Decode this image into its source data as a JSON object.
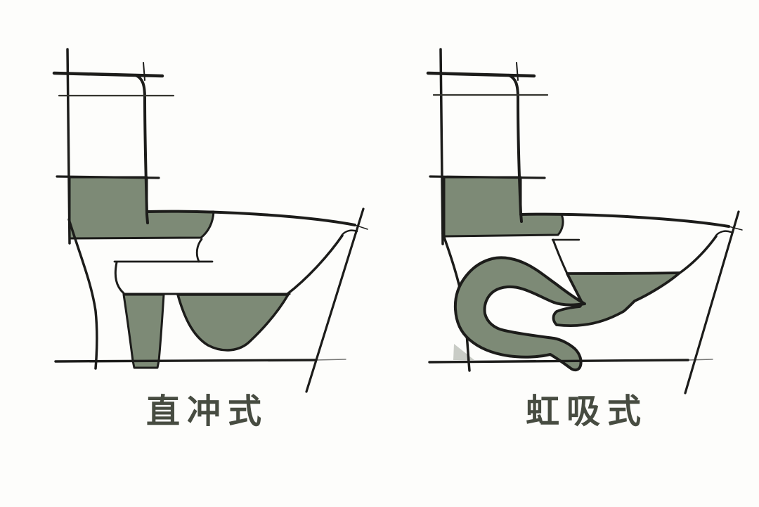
{
  "page": {
    "background": "#fdfdfb"
  },
  "colors": {
    "water": "#7d8a76",
    "ink": "#1c1c1a",
    "ink_soft": "#35352f",
    "label": "#474c41",
    "shadow": "#c9ccc6"
  },
  "figures": {
    "left": {
      "name": "wash-down flush toilet cross-section",
      "label": "直冲式"
    },
    "right": {
      "name": "siphon flush toilet cross-section",
      "label": "虹吸式"
    }
  }
}
